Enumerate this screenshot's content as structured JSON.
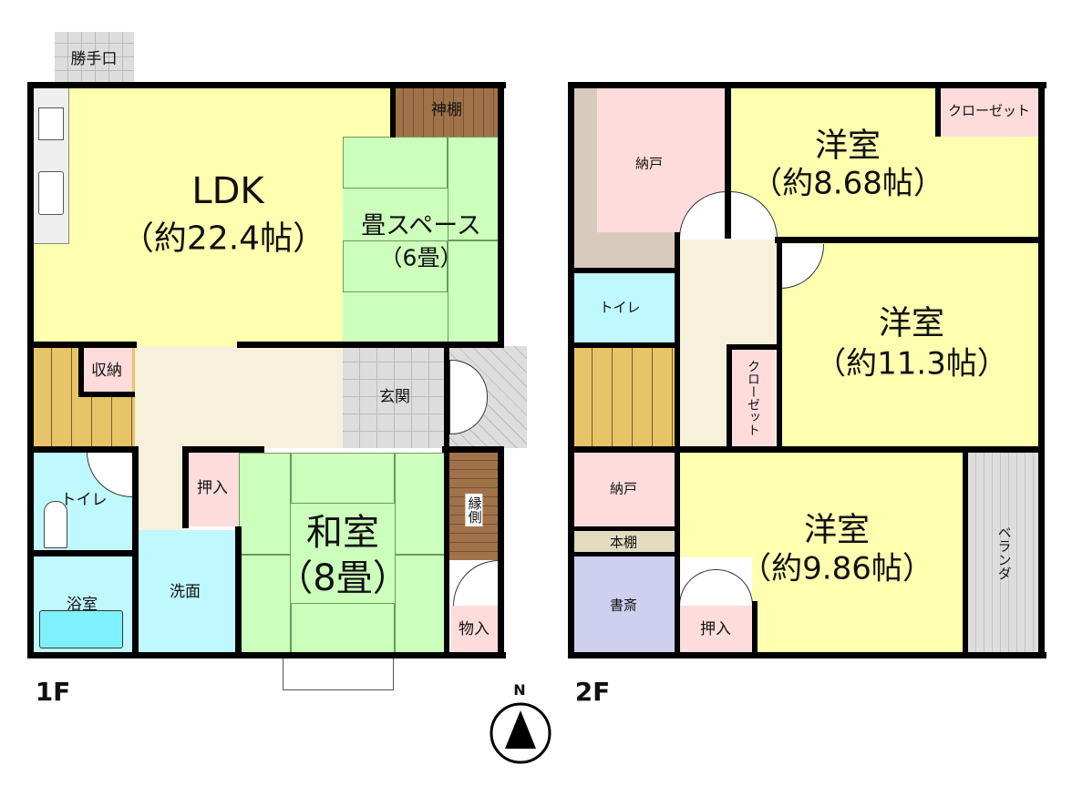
{
  "floor1": {
    "label": "1F",
    "rooms": {
      "back_door": "勝手口",
      "ldk": "LDK",
      "ldk_size": "（約22.4帖）",
      "kamidana": "神棚",
      "tatami_space": "畳スペース",
      "tatami_size": "（6畳）",
      "storage": "収納",
      "entrance": "玄関",
      "toilet": "トイレ",
      "bath": "浴室",
      "washroom": "洗面",
      "closet": "押入",
      "washitsu": "和室",
      "washitsu_size": "（8畳）",
      "engawa": "縁側",
      "monoire": "物入"
    }
  },
  "floor2": {
    "label": "2F",
    "rooms": {
      "nando_top": "納戸",
      "western1": "洋室",
      "western1_size": "（約8.68帖）",
      "closet1": "クローゼット",
      "toilet": "トイレ",
      "western2": "洋室",
      "western2_size": "（約11.3帖）",
      "closet2": "クローゼット",
      "nando_bottom": "納戸",
      "bookshelf": "本棚",
      "study": "書斎",
      "oshiire": "押入",
      "western3": "洋室",
      "western3_size": "（約9.86帖）",
      "veranda": "ベランダ"
    }
  },
  "compass": {
    "label": "N"
  },
  "colors": {
    "western": "#ffffb0",
    "tatami": "#ccffbb",
    "storage": "#ffdcdc",
    "water": "#bff8ff",
    "hall": "#f7f1dc",
    "stairs": "#e8c468"
  }
}
